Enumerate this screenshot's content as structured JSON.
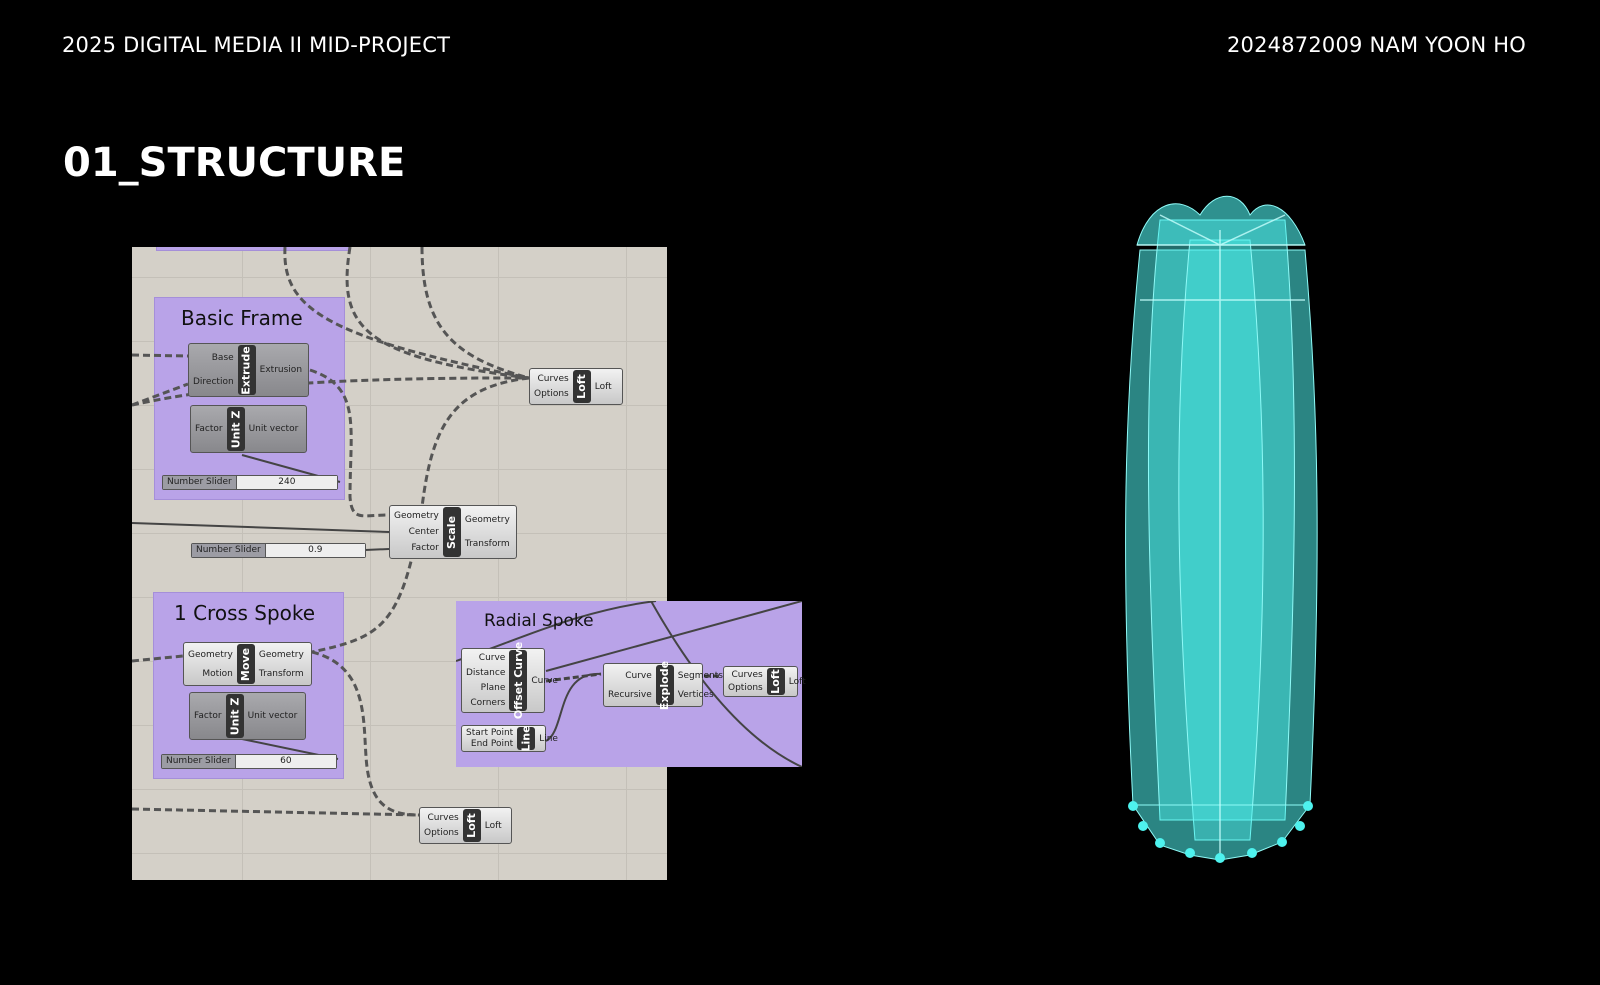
{
  "header": {
    "left": "2025 DIGITAL MEDIA II MID-PROJECT",
    "right": "2024872009 NAM YOON HO"
  },
  "title": "01_STRUCTURE",
  "groups": {
    "basic": "Basic Frame",
    "cross": "1 Cross Spoke",
    "radial": "Radial Spoke"
  },
  "components": [
    {
      "id": "extrude",
      "inputs": [
        "Base",
        "Direction"
      ],
      "name": "Extrude",
      "outputs": [
        "Extrusion"
      ],
      "dark": true
    },
    {
      "id": "unitz1",
      "inputs": [
        "Factor"
      ],
      "name": "Unit Z",
      "outputs": [
        "Unit vector"
      ],
      "dark": true
    },
    {
      "id": "loft1",
      "inputs": [
        "Curves",
        "Options"
      ],
      "name": "Loft",
      "outputs": [
        "Loft"
      ]
    },
    {
      "id": "scale",
      "inputs": [
        "Geometry",
        "Center",
        "Factor"
      ],
      "name": "Scale",
      "outputs": [
        "Geometry",
        "Transform"
      ]
    },
    {
      "id": "move",
      "inputs": [
        "Geometry",
        "Motion"
      ],
      "name": "Move",
      "outputs": [
        "Geometry",
        "Transform"
      ]
    },
    {
      "id": "unitz2",
      "inputs": [
        "Factor"
      ],
      "name": "Unit Z",
      "outputs": [
        "Unit vector"
      ],
      "dark": true
    },
    {
      "id": "loft2",
      "inputs": [
        "Curves",
        "Options"
      ],
      "name": "Loft",
      "outputs": [
        "Loft"
      ]
    },
    {
      "id": "offset",
      "inputs": [
        "Curve",
        "Distance",
        "Plane",
        "Corners"
      ],
      "name": "Offset Curve",
      "outputs": [
        "Curve"
      ]
    },
    {
      "id": "line",
      "inputs": [
        "Start Point",
        "End Point"
      ],
      "name": "Line",
      "outputs": [
        "Line"
      ]
    },
    {
      "id": "explode",
      "inputs": [
        "Curve",
        "Recursive"
      ],
      "name": "Explode",
      "outputs": [
        "Segments",
        "Vertices"
      ]
    },
    {
      "id": "loft3",
      "inputs": [
        "Curves",
        "Options"
      ],
      "name": "Loft",
      "outputs": [
        "Loft"
      ]
    }
  ],
  "sliders": [
    {
      "id": "s1",
      "label": "Number Slider",
      "value": "240"
    },
    {
      "id": "s2",
      "label": "Number Slider",
      "value": "0.9"
    },
    {
      "id": "s3",
      "label": "Number Slider",
      "value": "60"
    }
  ],
  "colors": {
    "tower": "#4ef2ee",
    "group": "#b9a3e8"
  }
}
